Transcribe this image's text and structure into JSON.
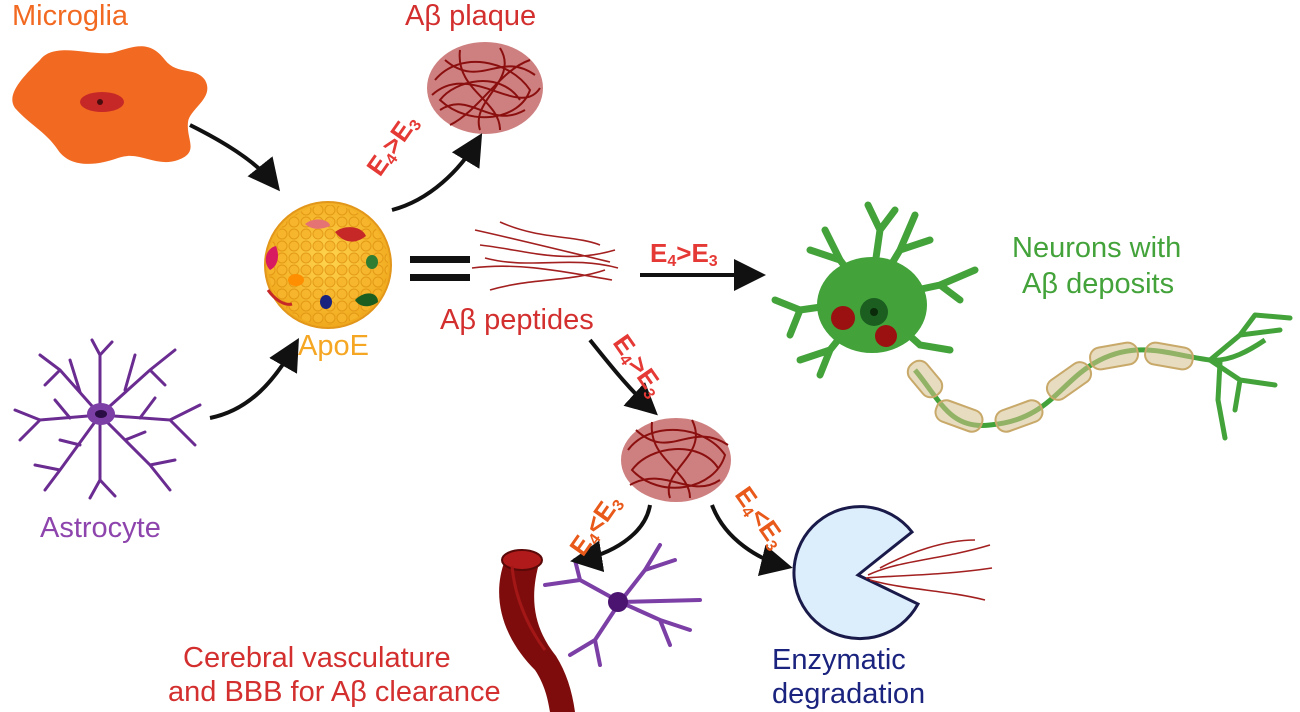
{
  "labels": {
    "microglia": "Microglia",
    "astrocyte": "Astrocyte",
    "apoe": "ApoE",
    "ab_plaque": "Aβ plaque",
    "ab_peptides": "Aβ peptides",
    "neurons_line1": "Neurons with",
    "neurons_line2": "Aβ deposits",
    "cerebral_line1": "Cerebral vasculature",
    "cerebral_line2": "and BBB for Aβ clearance",
    "enzymatic_line1": "Enzymatic",
    "enzymatic_line2": "degradation"
  },
  "relations": {
    "to_plaque": {
      "left": "E",
      "left_sub": "4",
      "op": ">",
      "right": "E",
      "right_sub": "3"
    },
    "to_neurons": {
      "left": "E",
      "left_sub": "4",
      "op": ">",
      "right": "E",
      "right_sub": "3"
    },
    "to_cluster": {
      "left": "E",
      "left_sub": "4",
      "op": ">",
      "right": "E",
      "right_sub": "3"
    },
    "to_vascular": {
      "left": "E",
      "left_sub": "4",
      "op": "<",
      "right": "E",
      "right_sub": "3"
    },
    "to_enzyme": {
      "left": "E",
      "left_sub": "4",
      "op": "<",
      "right": "E",
      "right_sub": "3"
    }
  },
  "equals_sign": "=",
  "colors": {
    "microglia": "#f26a21",
    "astrocyte": "#8e44ad",
    "apoe": "#f5a623",
    "ab": "#d32f2f",
    "neuron": "#43a33a",
    "enzyme_text": "#1a237e",
    "relation_gt": "#e53935",
    "relation_lt": "#e8591a"
  }
}
